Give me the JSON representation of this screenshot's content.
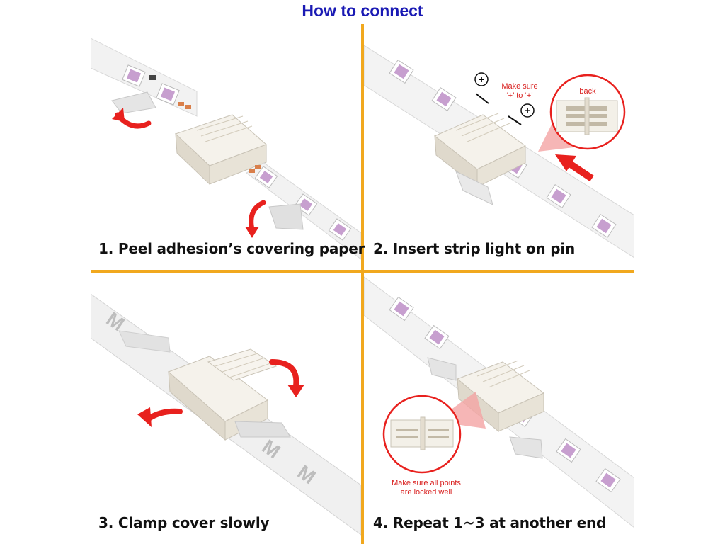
{
  "title": "How to connect",
  "colors": {
    "title": "#1a1ab4",
    "divider": "#f1a81e",
    "arrow": "#e8211e",
    "note_text": "#d9201f",
    "strip": "#f3f3f3",
    "connector": "#f4f1ea"
  },
  "steps": [
    {
      "caption": "1. Peel adhesion’s covering paper"
    },
    {
      "caption": "2. Insert strip light on pin",
      "polarity_note_line1": "Make sure",
      "polarity_note_line2": "‘+’ to ‘+’",
      "plus_symbol": "+",
      "zoom_label": "back"
    },
    {
      "caption": "3. Clamp cover slowly"
    },
    {
      "caption": "4. Repeat 1~3 at another end",
      "locked_note_line1": "Make sure all points",
      "locked_note_line2": "are locked well"
    }
  ]
}
